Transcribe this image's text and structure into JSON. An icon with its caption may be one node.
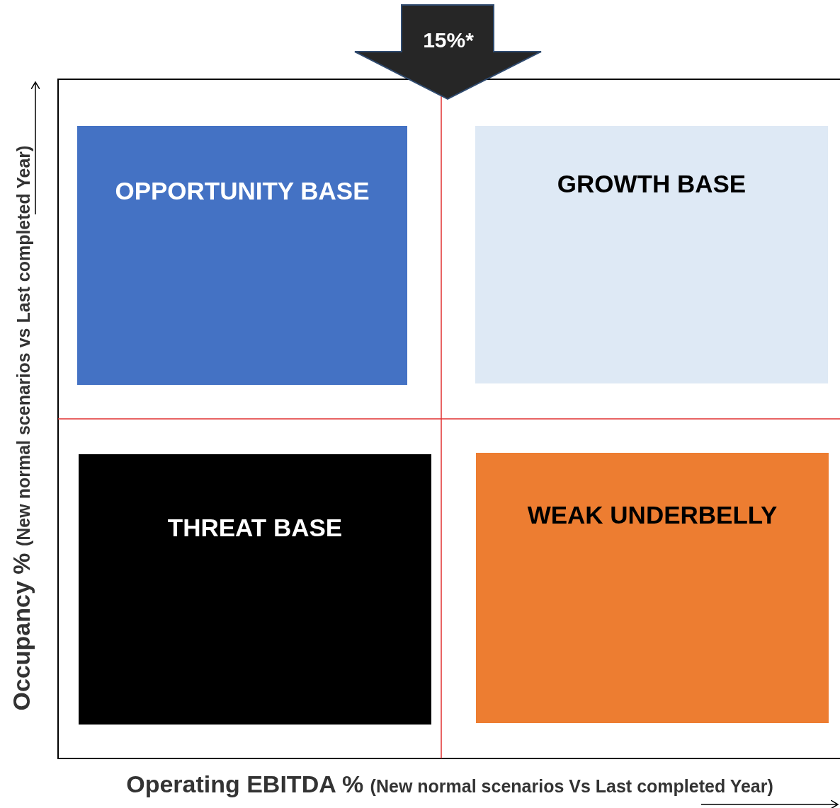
{
  "diagram": {
    "nodes": [
      {
        "text": [
          "15%*"
        ]
      },
      {
        "text": [
          "OPPORTUNITY BASE"
        ]
      },
      {
        "text": [
          "GROWTH BASE"
        ]
      },
      {
        "text": [
          "THREAT BASE"
        ]
      },
      {
        "text": [
          "WEAK UNDERBELLY"
        ]
      }
    ],
    "labels": [
      "Occupancy %",
      "(New normal scenarios vs Last completed Year)",
      "Operating EBITDA %",
      "(New normal scenarios Vs Last completed Year)"
    ]
  }
}
